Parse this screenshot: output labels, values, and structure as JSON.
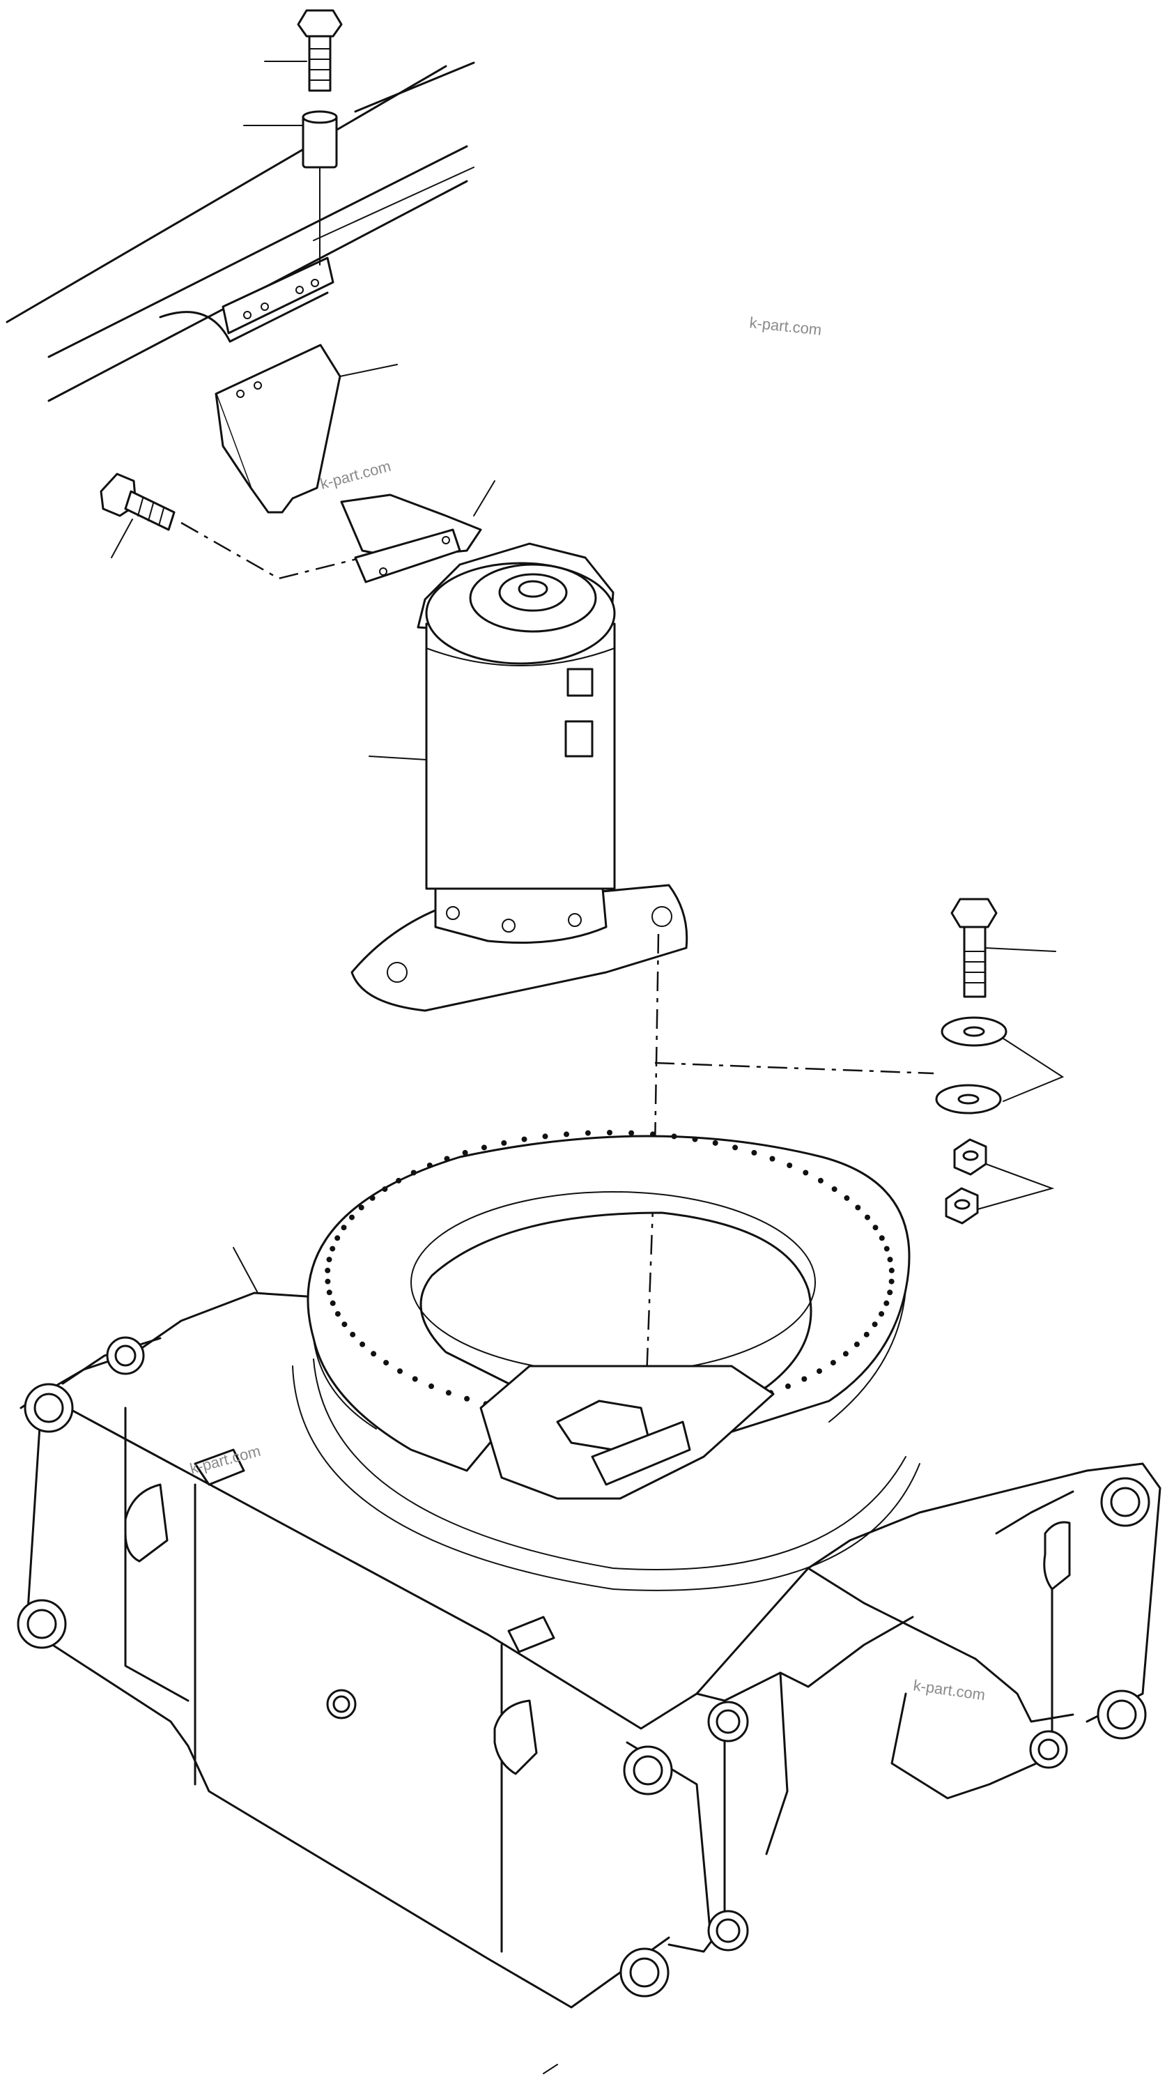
{
  "watermarks": {
    "wm1": "k-part.com",
    "wm2": "k-part.com",
    "wm3": "k-part.com",
    "wm4": "k-part.com"
  },
  "colors": {
    "ink": "#111111",
    "background": "#ffffff",
    "watermark": "#8a8a8a"
  }
}
